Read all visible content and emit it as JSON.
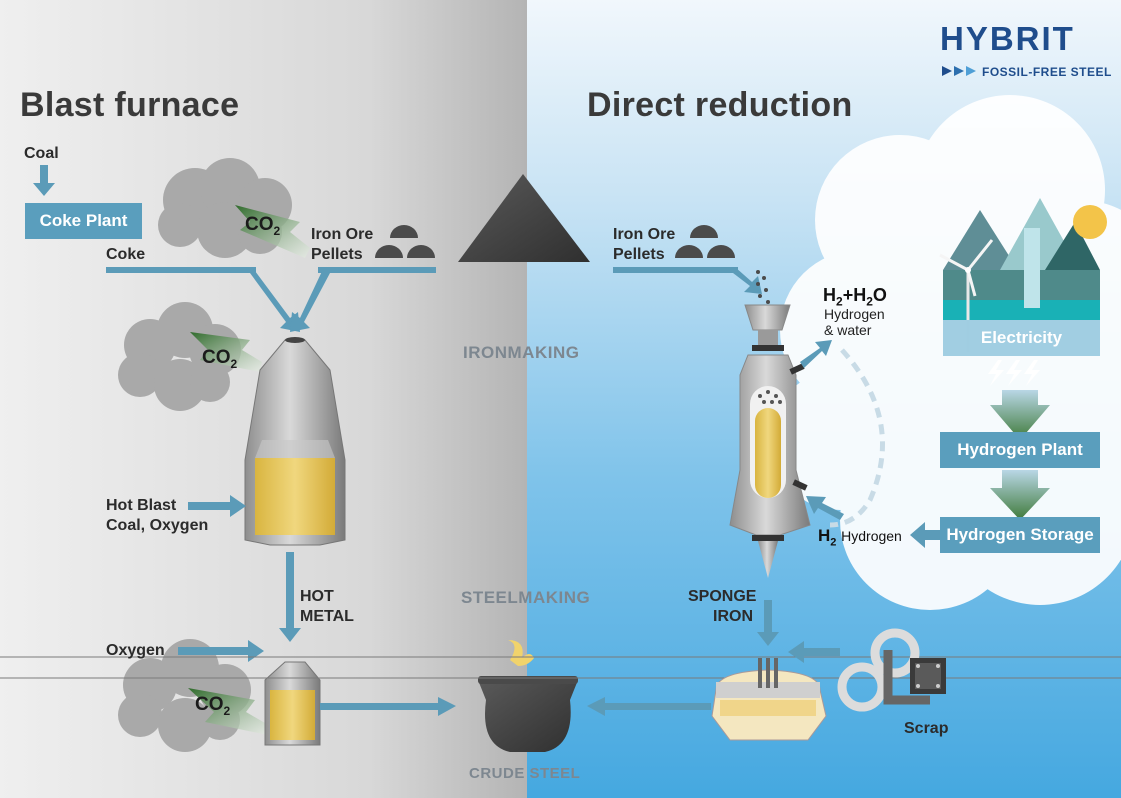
{
  "logo": {
    "name": "HYBRIT",
    "tagline": "FOSSIL-FREE STEEL"
  },
  "headings": {
    "blast_furnace": "Blast furnace",
    "direct_reduction": "Direct reduction"
  },
  "left": {
    "coal": "Coal",
    "coke_plant": "Coke Plant",
    "coke": "Coke",
    "co2_main": "CO",
    "co2_sub": "2",
    "iron_ore_pellets_1": "Iron Ore",
    "iron_ore_pellets_2": "Pellets",
    "hot_blast_1": "Hot Blast",
    "hot_blast_2": "Coal, Oxygen",
    "hot_metal_1": "HOT",
    "hot_metal_2": "METAL",
    "oxygen": "Oxygen"
  },
  "center": {
    "ironmaking": "IRONMAKING",
    "steelmaking": "STEELMAKING",
    "crude_steel": "CRUDE STEEL"
  },
  "right": {
    "iron_ore_pellets_1": "Iron Ore",
    "iron_ore_pellets_2": "Pellets",
    "h2h2o_a": "H",
    "h2h2o_b": "2",
    "h2h2o_c": "+H",
    "h2h2o_d": "2",
    "h2h2o_e": "O",
    "hydrogen_water_1": "Hydrogen",
    "hydrogen_water_2": "& water",
    "electricity": "Electricity",
    "hydrogen_plant": "Hydrogen Plant",
    "hydrogen_storage": "Hydrogen Storage",
    "h2_a": "H",
    "h2_b": "2",
    "h2_label": "Hydrogen",
    "sponge_iron_1": "SPONGE",
    "sponge_iron_2": "IRON",
    "scrap": "Scrap"
  },
  "colors": {
    "arrow": "#5b9bb8",
    "box": "#5a9ebd",
    "co2_arrow": "#3d7a3a",
    "gold": "#e6c55a",
    "bg_left": "#d6d6d6",
    "bg_right": "#56b0e4",
    "logo": "#1f4d8c"
  }
}
